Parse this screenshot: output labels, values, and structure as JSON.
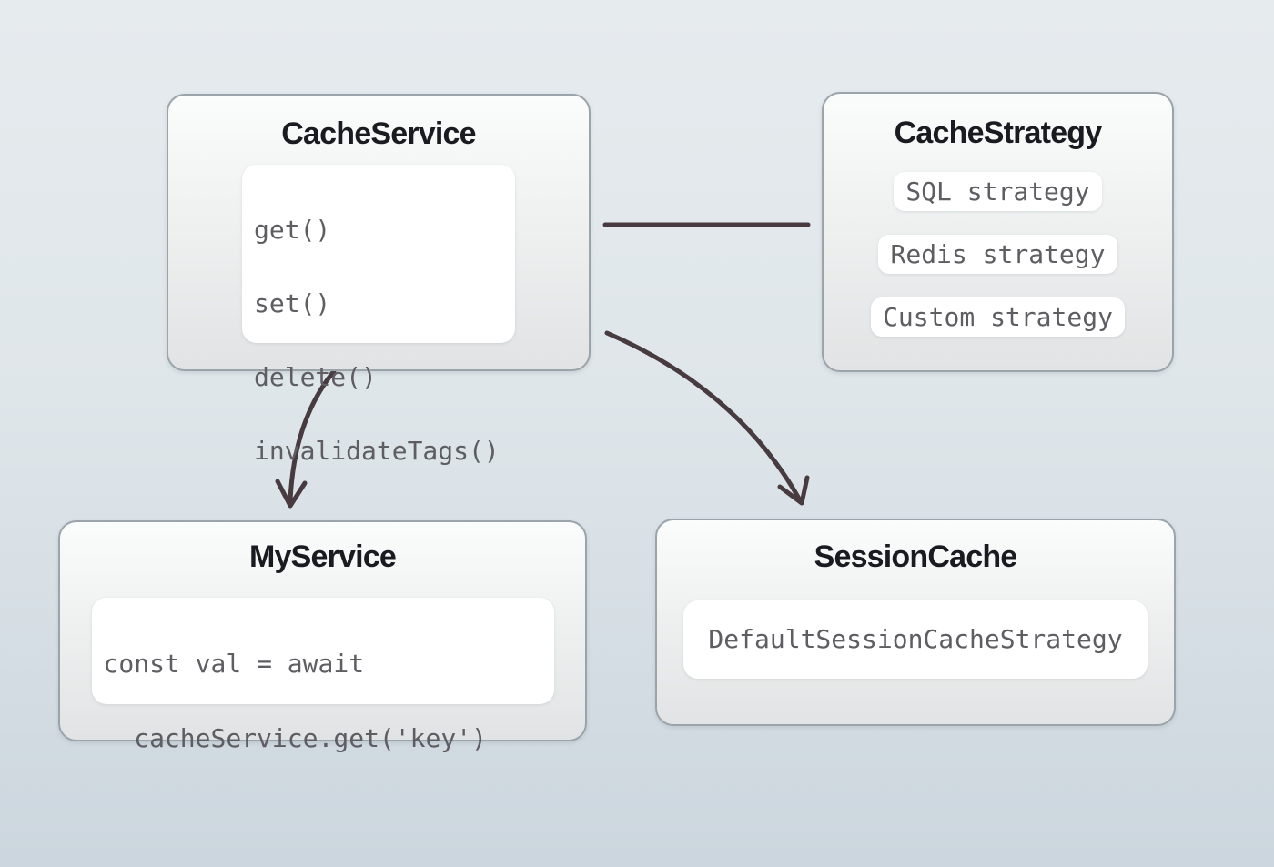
{
  "canvas": {
    "background_top": "#e6ebee",
    "background_bottom": "#ccd6de",
    "arrow_color": "#473b40",
    "node_border_color": "#9aa4aa",
    "title_color": "#1a1b20",
    "code_color": "#5d5d62"
  },
  "nodes": {
    "cache_service": {
      "title": "CacheService",
      "methods": [
        "get()",
        "set()",
        "delete()",
        "invalidateTags()"
      ]
    },
    "cache_strategy": {
      "title": "CacheStrategy",
      "strategies": [
        "SQL strategy",
        "Redis strategy",
        "Custom strategy"
      ]
    },
    "my_service": {
      "title": "MyService",
      "code_lines": [
        "const val = await",
        "  cacheService.get('key')"
      ]
    },
    "session_cache": {
      "title": "SessionCache",
      "strategy_label": "DefaultSessionCacheStrategy"
    }
  },
  "connections": [
    {
      "from": "CacheService",
      "to": "CacheStrategy",
      "style": "plain-line"
    },
    {
      "from": "CacheService",
      "to": "MyService",
      "style": "curved-arrow"
    },
    {
      "from": "CacheService",
      "to": "SessionCache",
      "style": "curved-arrow"
    }
  ]
}
